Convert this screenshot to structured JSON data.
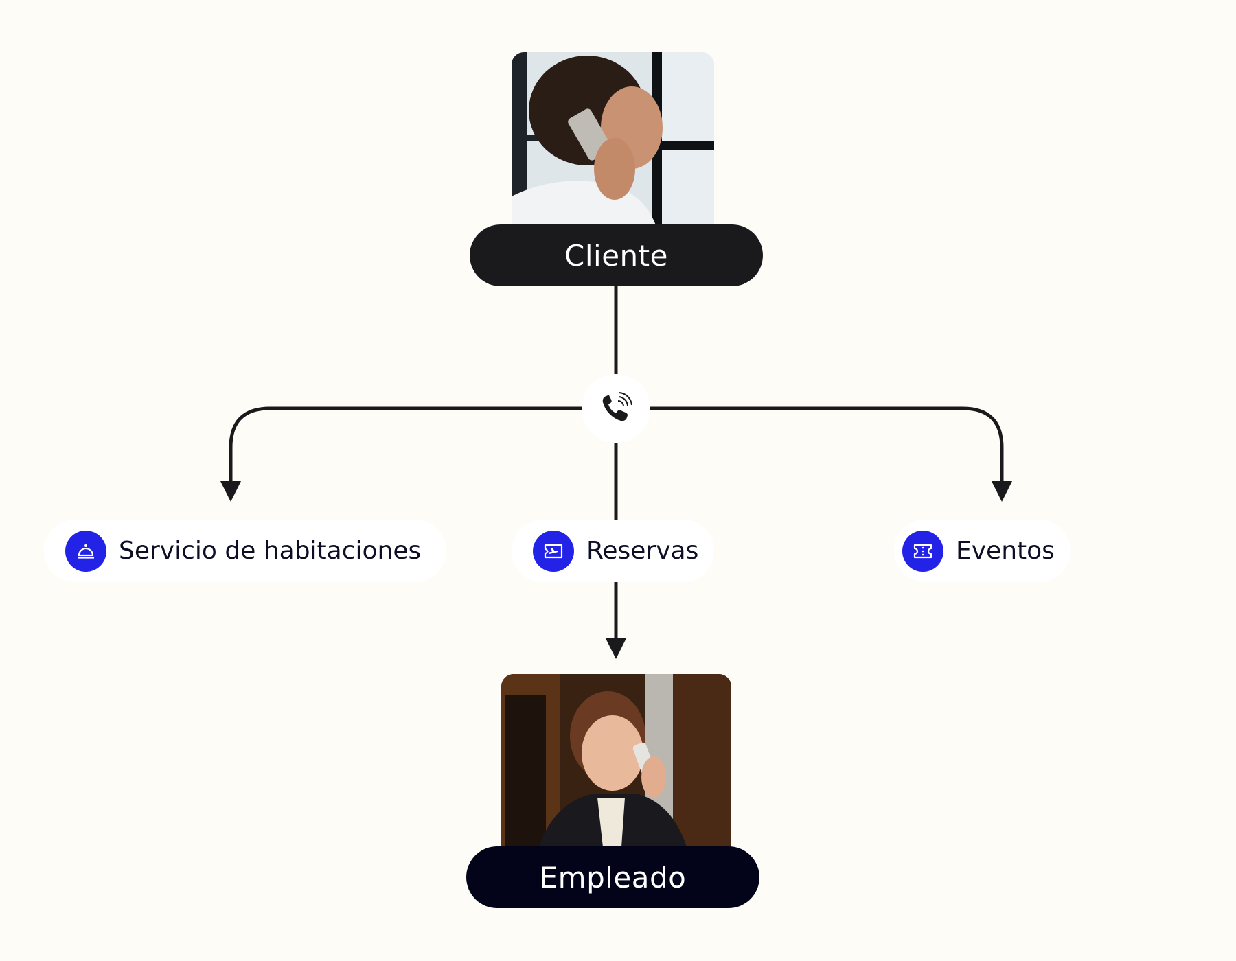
{
  "diagram": {
    "title": "Flujo de llamadas del hotel",
    "source_node": {
      "label": "Cliente",
      "photo": "man-talking-on-phone-photo",
      "pill_color": "#1a1a1c"
    },
    "hub": {
      "icon": "phone-call-icon"
    },
    "branches": [
      {
        "label": "Servicio de habitaciones",
        "icon": "room-service-bell-icon"
      },
      {
        "label": "Reservas",
        "icon": "boarding-pass-plane-icon"
      },
      {
        "label": "Eventos",
        "icon": "ticket-icon"
      }
    ],
    "target_node": {
      "label": "Empleado",
      "photo": "receptionist-on-phone-photo",
      "pill_color": "#03031a"
    },
    "colors": {
      "background": "#fdfcf7",
      "accent": "#2323e8",
      "connector": "#1a1a1c",
      "pill_bg": "#ffffff",
      "text": "#0d0d24"
    }
  }
}
